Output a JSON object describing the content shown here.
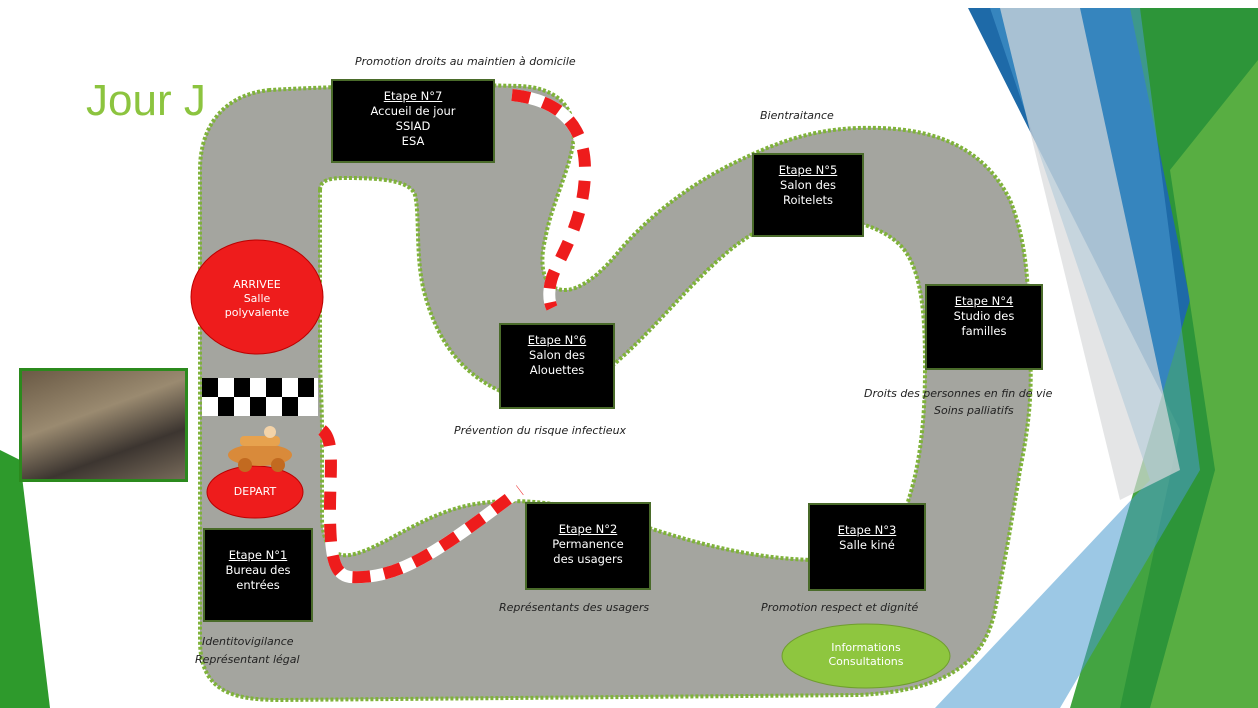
{
  "title": "Jour J",
  "stages": [
    {
      "id": "7",
      "heading": "Etape N°7",
      "lines": [
        "Accueil de jour",
        "SSIAD",
        "ESA"
      ]
    },
    {
      "id": "5",
      "heading": "Etape N°5",
      "lines": [
        "Salon des",
        "Roitelets"
      ]
    },
    {
      "id": "4",
      "heading": "Etape N°4",
      "lines": [
        "Studio des",
        "familles"
      ]
    },
    {
      "id": "6",
      "heading": "Etape N°6",
      "lines": [
        "Salon  des",
        "Alouettes"
      ]
    },
    {
      "id": "1",
      "heading": "Etape N°1",
      "lines": [
        "Bureau des",
        "entrées"
      ]
    },
    {
      "id": "2",
      "heading": "Etape N°2",
      "lines": [
        "Permanence",
        "des usagers"
      ]
    },
    {
      "id": "3",
      "heading": "Etape N°3",
      "lines": [
        "Salle kiné"
      ]
    }
  ],
  "notes": {
    "promotion_droits": "Promotion droits au maintien à domicile",
    "bientraitance": "Bientraitance",
    "droits_fin_vie_1": "Droits des personnes en fin de vie",
    "droits_fin_vie_2": "Soins palliatifs",
    "prevention": "Prévention du risque infectieux",
    "representants": "Représentants des usagers",
    "promotion_respect": "Promotion respect et dignité",
    "identito_1": "Identitovigilance",
    "identito_2": "Représentant légal"
  },
  "arrivee": {
    "line1": "ARRIVEE",
    "line2": "Salle",
    "line3": "polyvalente"
  },
  "depart": "DEPART",
  "informations": {
    "line1": "Informations",
    "line2": "Consultations"
  },
  "colors": {
    "track": "#a4a59f",
    "grass": "#7fb23a",
    "red": "#ee1c1c",
    "green_oval": "#8ec63f",
    "title": "#8cc43f"
  }
}
